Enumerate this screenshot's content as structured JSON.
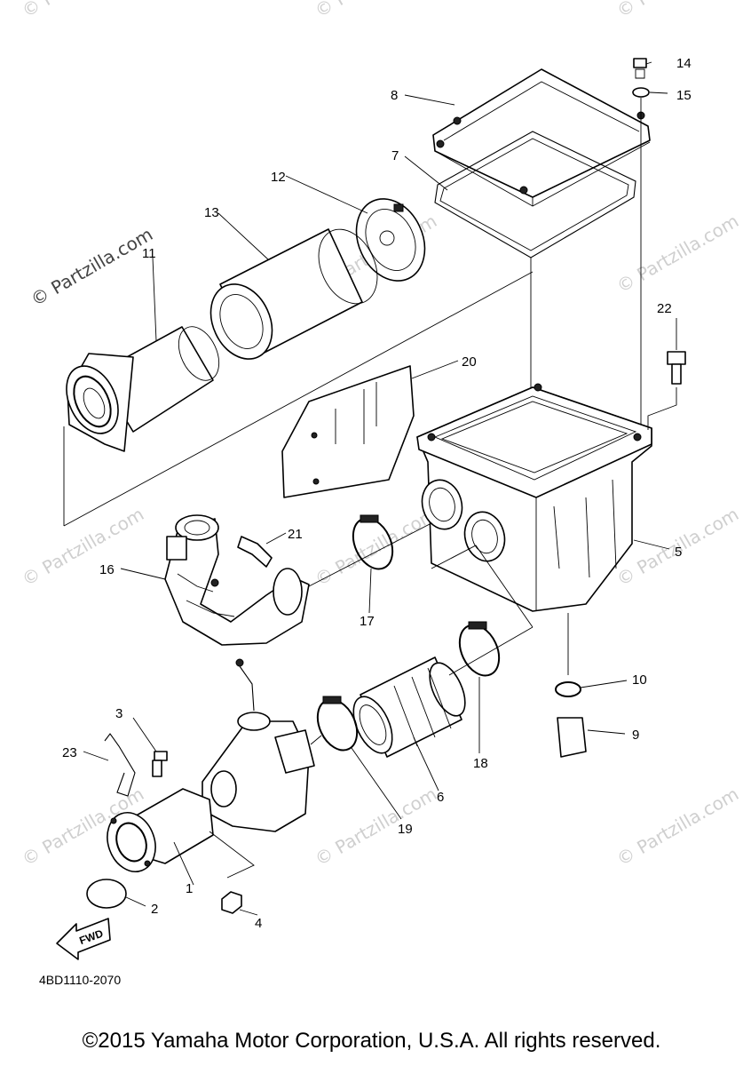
{
  "watermark": "© Partzilla.com",
  "callouts": [
    "1",
    "2",
    "3",
    "4",
    "5",
    "6",
    "7",
    "8",
    "9",
    "10",
    "11",
    "12",
    "13",
    "14",
    "15",
    "16",
    "17",
    "18",
    "19",
    "20",
    "21",
    "22",
    "23"
  ],
  "fwd_label": "FWD",
  "diagram_code": "4BD1110-2070",
  "footer": "©2015 Yamaha Motor Corporation, U.S.A. All rights reserved."
}
